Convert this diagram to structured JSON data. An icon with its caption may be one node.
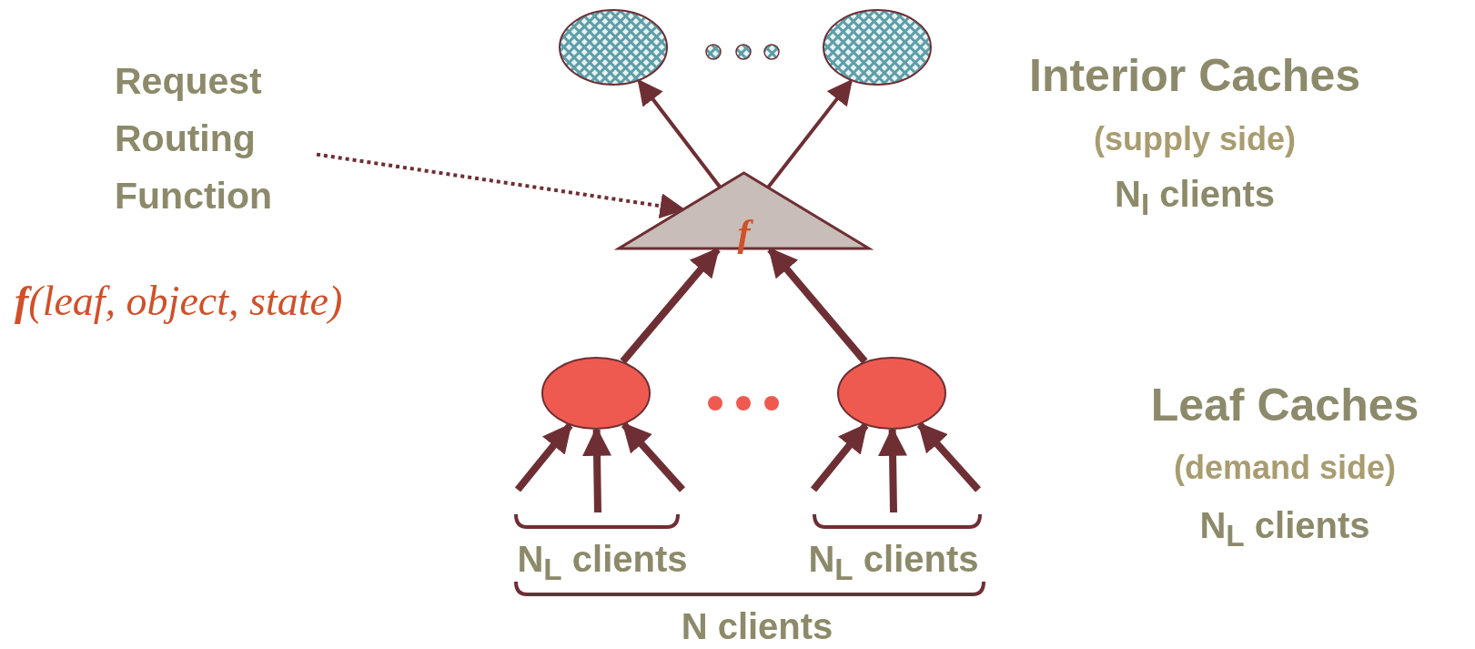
{
  "diagram": {
    "nodes": [
      {
        "text": [],
        "shape": "circle"
      },
      {
        "text": [],
        "shape": "circle"
      },
      {
        "text": [
          "f"
        ]
      },
      {
        "text": [],
        "shape": "circle"
      },
      {
        "text": [],
        "shape": "circle"
      },
      {
        "text": [
          "Request Routing Function"
        ]
      }
    ],
    "edges": [
      {
        "from": 2,
        "to": 0,
        "arrow": "to"
      },
      {
        "from": 2,
        "to": 1,
        "arrow": "to"
      },
      {
        "from": 5,
        "to": 2,
        "arrow": "to",
        "style": "dashed"
      },
      {
        "from": 3,
        "to": 2,
        "arrow": "to"
      },
      {
        "from": 4,
        "to": 2,
        "arrow": "to"
      },
      {
        "from": null,
        "to": 3,
        "arrow": "to"
      },
      {
        "from": null,
        "to": 3,
        "arrow": "to"
      },
      {
        "from": null,
        "to": 3,
        "arrow": "to"
      },
      {
        "from": null,
        "to": 4,
        "arrow": "to"
      },
      {
        "from": null,
        "to": 4,
        "arrow": "to"
      },
      {
        "from": null,
        "to": 4,
        "arrow": "to"
      }
    ],
    "labels": [
      "Interior Caches",
      "(supply side)",
      "N$_{I}$ clients",
      "**f**(leaf, object, state)",
      "Leaf Caches",
      "(demand side)",
      "N$_{L}$ clients",
      "N$_{L}$ clients",
      "N$_{L}$ clients",
      "N clients"
    ]
  }
}
